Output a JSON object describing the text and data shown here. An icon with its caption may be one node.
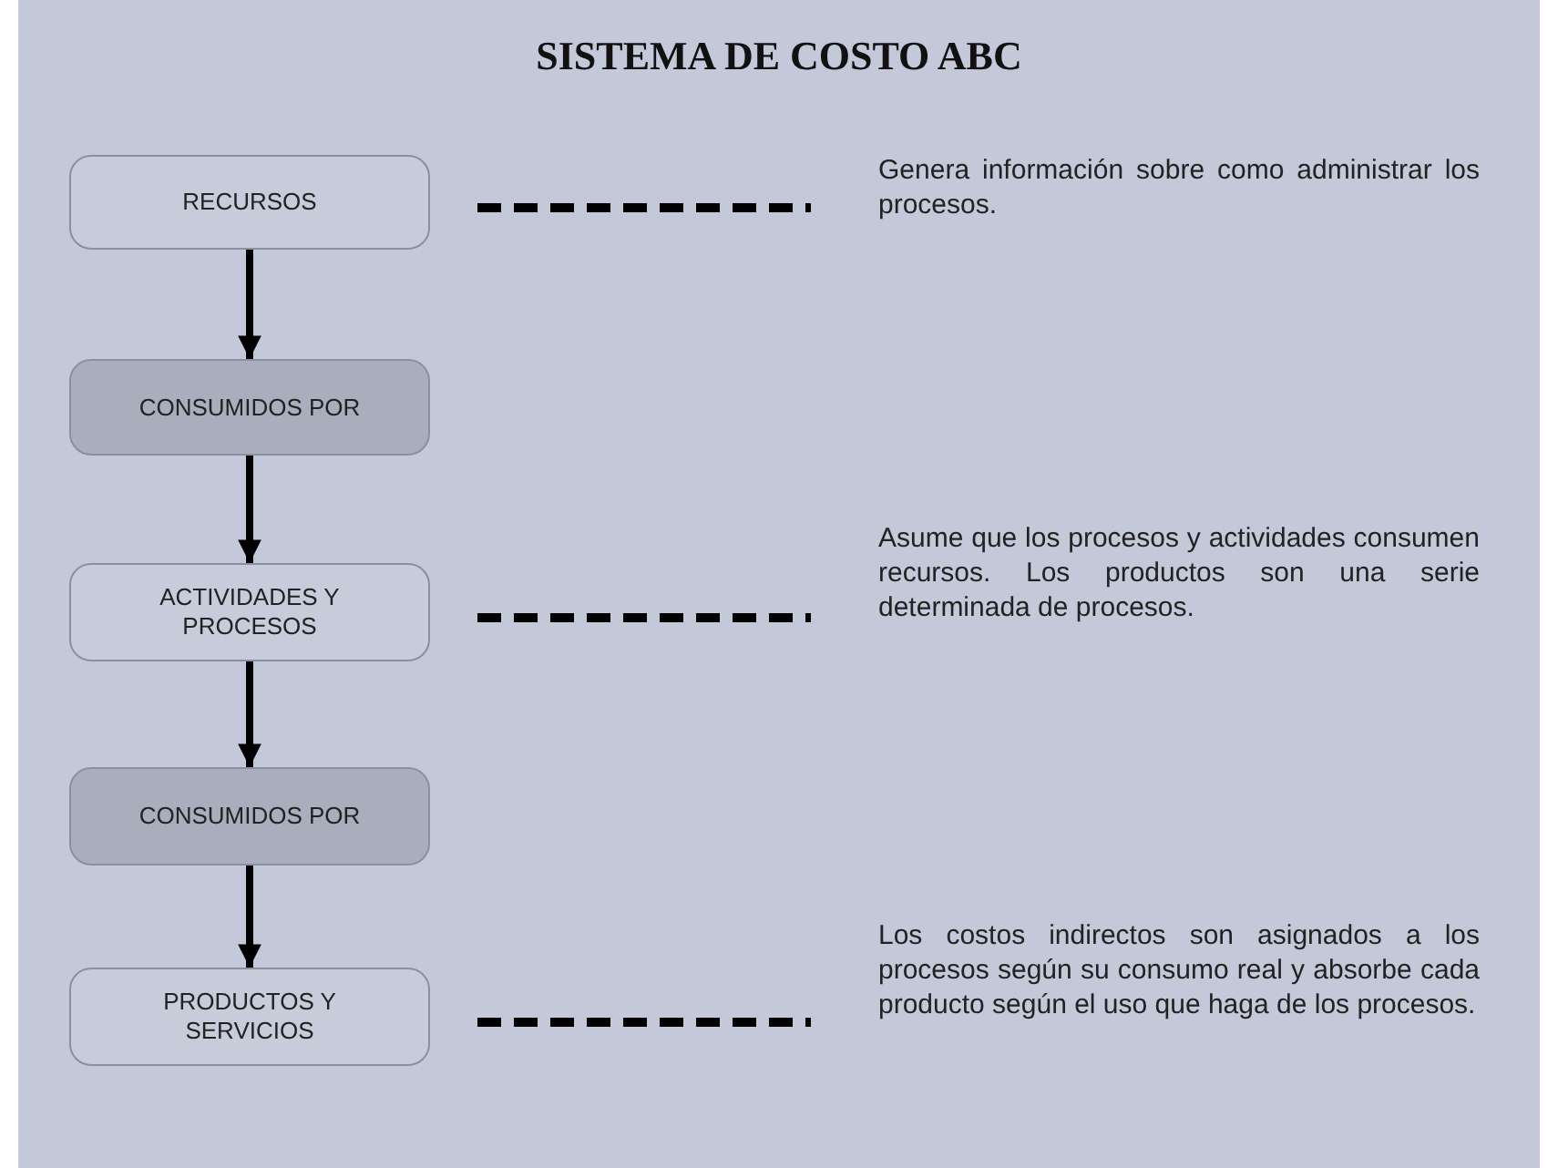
{
  "diagram": {
    "title": "SISTEMA DE COSTO ABC",
    "nodes": [
      {
        "text": [
          "RECURSOS"
        ]
      },
      {
        "text": [
          "CONSUMIDOS POR"
        ]
      },
      {
        "text": [
          "ACTIVIDADES Y PROCESOS"
        ]
      },
      {
        "text": [
          "CONSUMIDOS POR"
        ]
      },
      {
        "text": [
          "PRODUCTOS Y SERVICIOS"
        ]
      },
      {
        "text": [
          "Genera información sobre como administrar los procesos."
        ]
      },
      {
        "text": [
          "Asume que los procesos y actividades consumen recursos. Los productos son una serie determinada de procesos."
        ]
      },
      {
        "text": [
          "Los costos indirectos son asignados a los procesos según su consumo real y absorbe cada producto según el uso que haga de los procesos."
        ]
      }
    ],
    "edges": [
      {
        "from": 0,
        "to": 1,
        "arrow": "to"
      },
      {
        "from": 1,
        "to": 2,
        "arrow": "to"
      },
      {
        "from": 2,
        "to": 3,
        "arrow": "to"
      },
      {
        "from": 3,
        "to": 4,
        "arrow": "to"
      },
      {
        "from": 0,
        "to": 5,
        "arrow": "none",
        "style": "dashed"
      },
      {
        "from": 2,
        "to": 6,
        "arrow": "none",
        "style": "dashed"
      },
      {
        "from": 4,
        "to": 7,
        "arrow": "none",
        "style": "dashed"
      }
    ]
  }
}
